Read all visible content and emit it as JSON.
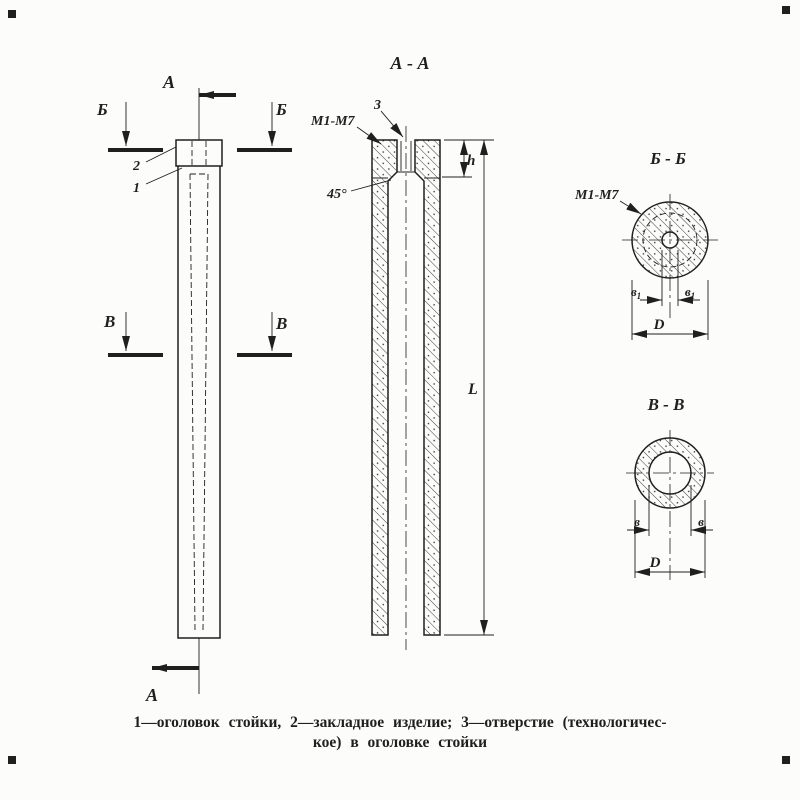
{
  "colors": {
    "ink": "#1f1f1f",
    "paper": "#fcfcfa"
  },
  "labels": {
    "section_aa": "А - А",
    "section_bb": "Б - Б",
    "section_vv": "В - В",
    "cut_a": "А",
    "cut_b": "Б",
    "cut_v": "В",
    "part1": "1",
    "part2": "2",
    "part3": "3",
    "m1m7": "М1-М7",
    "angle45": "45°",
    "dim_h": "h",
    "dim_L": "L",
    "dim_D": "D",
    "dim_v": "в",
    "dim_v_sub": "1"
  },
  "caption": {
    "line1": "1—оголовок стойки, 2—закладное изделие; 3—отверстие (технологичес-",
    "line2": "кое) в оголовке стойки"
  }
}
